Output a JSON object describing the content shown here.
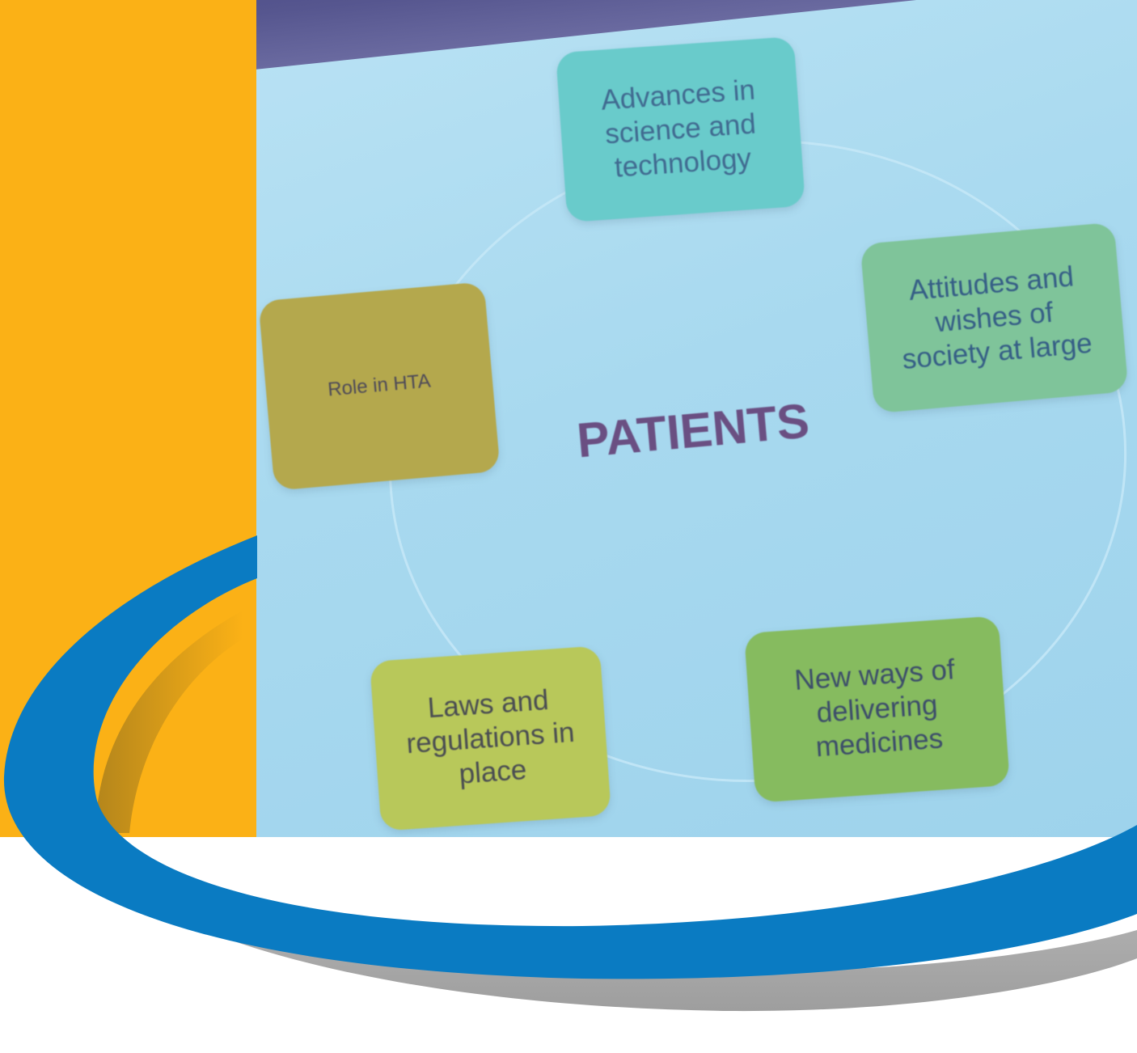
{
  "diagram": {
    "center": "PATIENTS",
    "boxes": {
      "top": "Advances in\nscience and\ntechnology",
      "right": "Attitudes and\nwishes of\nsociety at large",
      "left": "Role in HTA",
      "bottom_left": "Laws and\nregulations in\nplace",
      "bottom_right": "New ways of\ndelivering\nmedicines"
    }
  },
  "colors": {
    "orange_panel": "#fbb116",
    "swoosh_blue": "#0a7bc2",
    "swoosh_shadow": "#a9a9a9",
    "slide_background": "#a8d9ef",
    "slide_header": "#4a4a86"
  }
}
